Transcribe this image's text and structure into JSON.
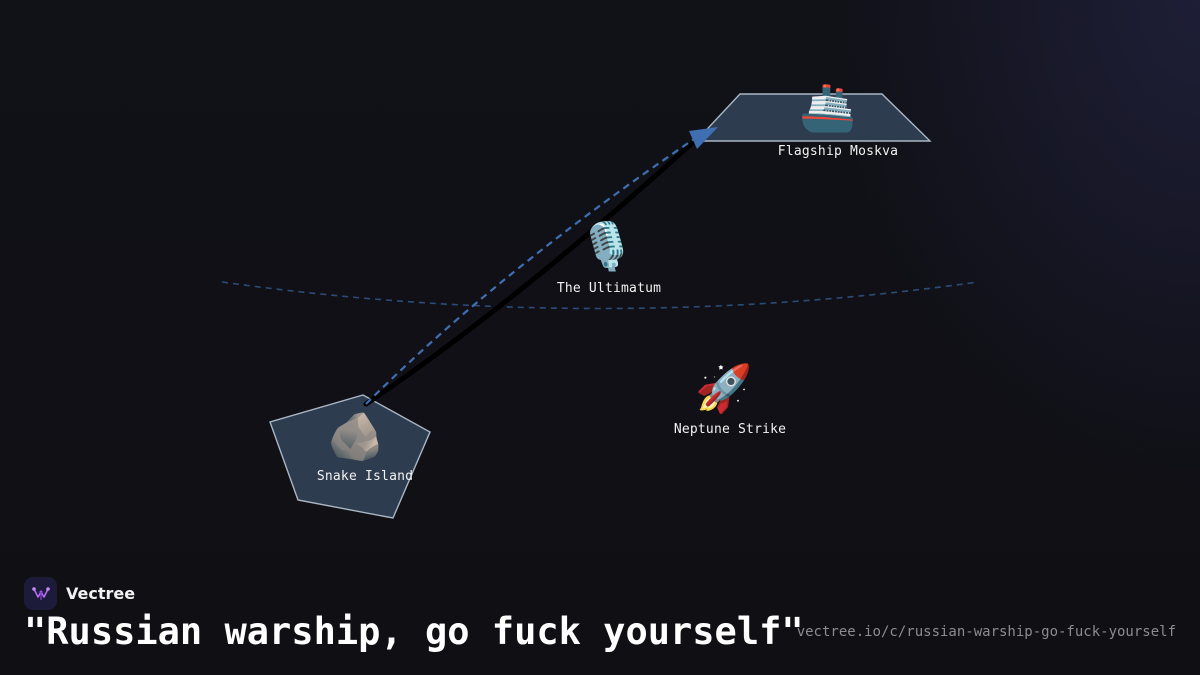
{
  "diagram": {
    "nodes": [
      {
        "id": "moskva",
        "label": "Flagship Moskva",
        "icon": "ship-icon",
        "glyph": "🚢"
      },
      {
        "id": "ultimatum",
        "label": "The Ultimatum",
        "icon": "microphone-icon",
        "glyph": "🎙️"
      },
      {
        "id": "neptune",
        "label": "Neptune Strike",
        "icon": "rocket-icon",
        "glyph": "🚀"
      },
      {
        "id": "snake",
        "label": "Snake Island",
        "icon": "rock-icon",
        "glyph": "🪨"
      }
    ],
    "edges": [
      {
        "from": "snake",
        "to": "moskva",
        "style": "dashed-arrow"
      }
    ],
    "colors": {
      "shape_fill": "#2e3c50",
      "shape_stroke": "#a9b6c4",
      "edge": "#3f6fb0",
      "arc": "#2c4c78"
    }
  },
  "footer": {
    "brand_name": "Vectree",
    "brand_icon": "vectree-logo-icon",
    "title": "\"Russian warship, go fuck yourself\"",
    "url": "vectree.io/c/russian-warship-go-fuck-yourself"
  }
}
